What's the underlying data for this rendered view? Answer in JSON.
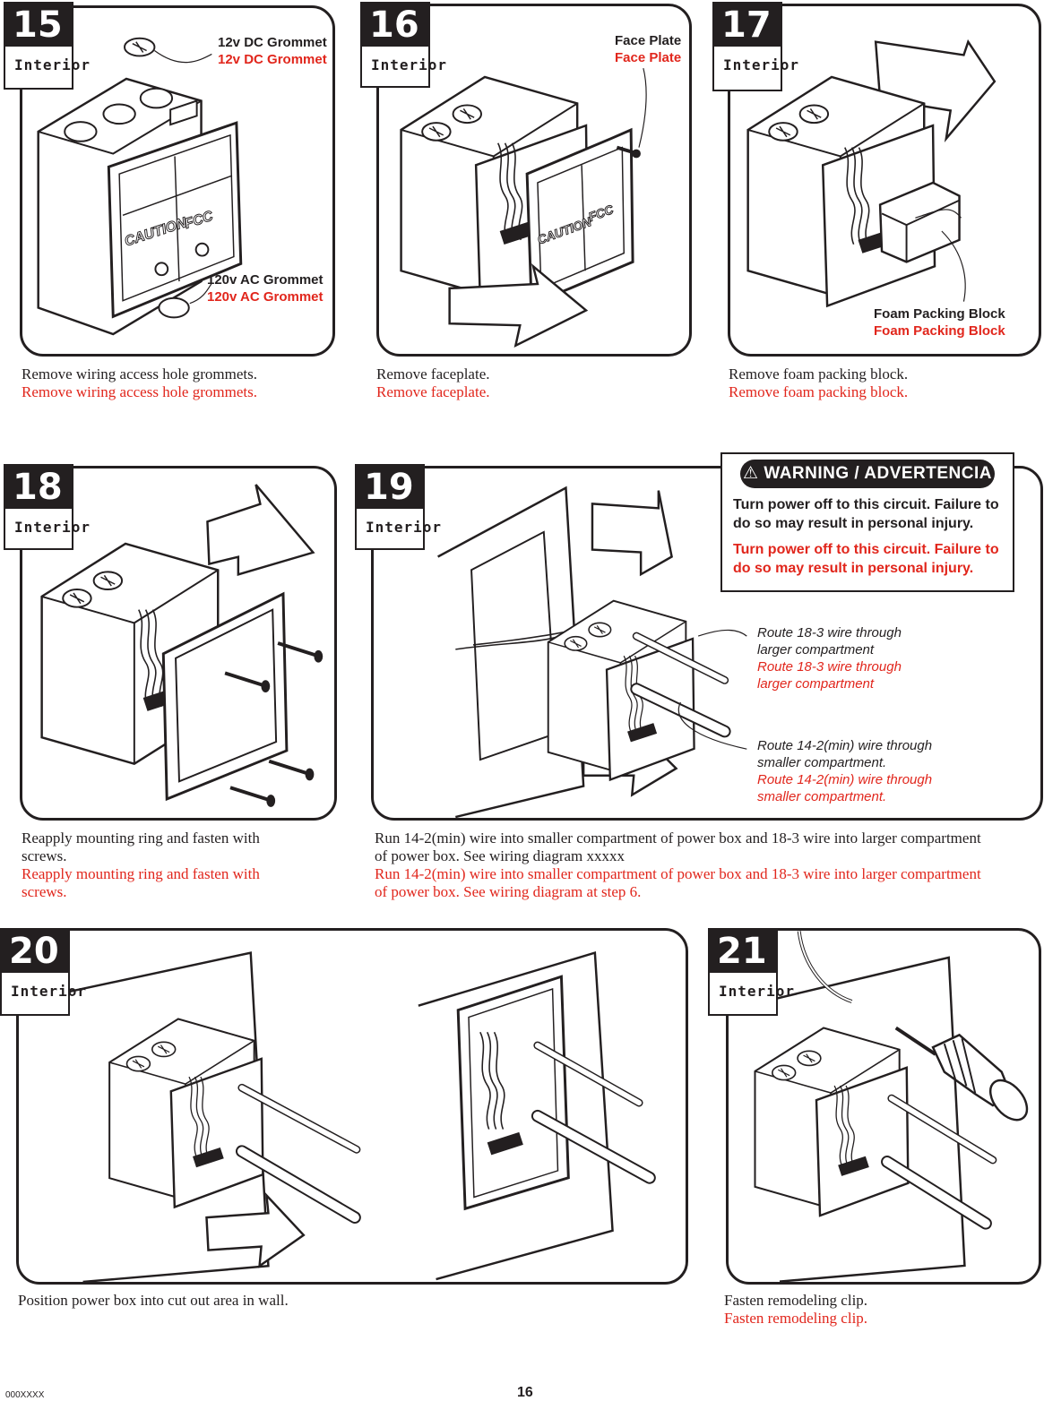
{
  "steps": [
    {
      "number": "15",
      "location": "Interior",
      "caption": {
        "en": "Remove wiring access hole grommets.",
        "es": "Remove wiring access hole grommets."
      }
    },
    {
      "number": "16",
      "location": "Interior",
      "caption": {
        "en": "Remove faceplate.",
        "es": "Remove faceplate."
      }
    },
    {
      "number": "17",
      "location": "Interior",
      "caption": {
        "en": "Remove foam packing block.",
        "es": "Remove foam packing block."
      }
    },
    {
      "number": "18",
      "location": "Interior",
      "caption": {
        "en": "Reapply mounting ring and fasten with screws.",
        "es": "Reapply mounting ring and fasten with screws."
      }
    },
    {
      "number": "19",
      "location": "Interior",
      "caption": {
        "en": "Run 14-2(min) wire into smaller compartment of power box and 18-3 wire into larger compartment of power box.  See wiring diagram xxxxx",
        "es": "Run 14-2(min) wire into smaller compartment of power box and 18-3 wire into larger compartment of power box.  See wiring diagram at step 6."
      }
    },
    {
      "number": "20",
      "location": "Interior",
      "caption": {
        "en": "Position power box into cut out area in wall."
      }
    },
    {
      "number": "21",
      "location": "Interior",
      "caption": {
        "en": "Fasten remodeling clip.",
        "es": "Fasten remodeling clip."
      }
    }
  ],
  "callouts": {
    "dc_grommet": {
      "en": "12v DC Grommet",
      "es": "12v DC Grommet"
    },
    "ac_grommet": {
      "en": "120v AC Grommet",
      "es": "120v AC Grommet"
    },
    "face_plate": {
      "en": "Face Plate",
      "es": "Face Plate"
    },
    "foam_block": {
      "en": "Foam Packing Block",
      "es": "Foam Packing Block"
    },
    "route_18_3": {
      "en1": "Route 18-3 wire through",
      "en2": "larger compartment",
      "es1": "Route 18-3 wire through",
      "es2": "larger compartment"
    },
    "route_14_2": {
      "en1": "Route 14-2(min) wire through",
      "en2": "smaller compartment.",
      "es1": "Route 14-2(min) wire through",
      "es2": "smaller compartment."
    }
  },
  "warning": {
    "title": "WARNING / ADVERTENCIA",
    "en": "Turn power off to this circuit.  Failure to do so may result in personal injury.",
    "es": "Turn power off to this circuit.  Failure to do so may result in personal injury."
  },
  "plate_labels": {
    "caution": "CAUTION",
    "fcc": "FCC"
  },
  "footer": {
    "code": "000XXXX",
    "page": "16"
  },
  "colors": {
    "ink": "#231f20",
    "spanish_text": "#e1261c"
  }
}
